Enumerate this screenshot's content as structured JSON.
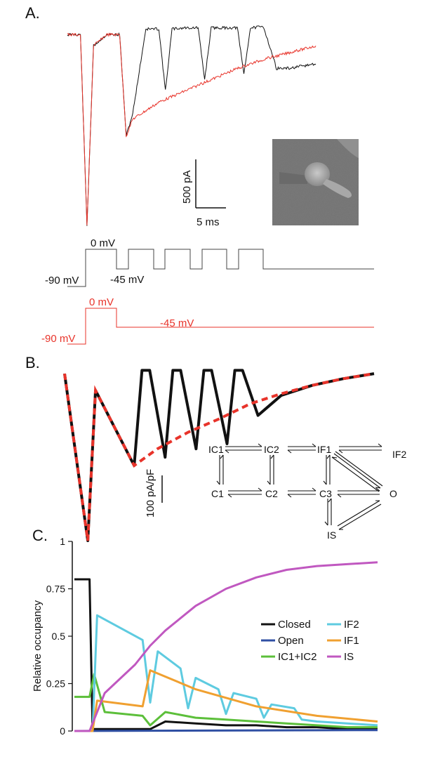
{
  "panels": {
    "a_label": "A.",
    "b_label": "B.",
    "c_label": "C."
  },
  "panel_a": {
    "scalebar": {
      "current_label": "500 pA",
      "time_label": "5 ms"
    },
    "protocol_black": {
      "v_step": "0 mV",
      "v_hold": "-90 mV",
      "v_pulse": "-45 mV"
    },
    "protocol_red": {
      "v_step": "0 mV",
      "v_hold": "-90 mV",
      "v_pulse": "-45 mV"
    },
    "inset_photo": "cell micrograph"
  },
  "panel_b": {
    "scalebar_label": "100 pA/pF",
    "states": {
      "ic1": "IC1",
      "ic2": "IC2",
      "if1": "IF1",
      "if2": "IF2",
      "c1": "C1",
      "c2": "C2",
      "c3": "C3",
      "o": "O",
      "is": "IS"
    }
  },
  "colors": {
    "red": "#e8332a",
    "black": "#111111",
    "closed": "#111111",
    "open": "#2f4fa3",
    "ic": "#5cbf3a",
    "if2": "#5ecbe0",
    "if1": "#f0a030",
    "is": "#c058c0"
  },
  "chart_data": [
    {
      "type": "line",
      "panel": "A",
      "title": "",
      "description_series": [
        {
          "color": "#111111",
          "label": "",
          "x_ms": [
            0,
            1,
            1.5,
            2,
            3,
            4,
            4.5,
            5,
            6,
            7,
            7.5,
            8,
            9,
            10,
            10.5,
            11,
            12,
            13,
            13.5,
            14,
            15,
            16,
            17,
            18,
            19
          ],
          "y_pA": [
            0,
            0,
            -1700,
            -100,
            0,
            0,
            -900,
            -700,
            50,
            50,
            -500,
            50,
            60,
            60,
            -400,
            60,
            60,
            60,
            -350,
            60,
            70,
            -300,
            -300,
            -280,
            -260
          ]
        },
        {
          "color": "#e8332a",
          "label": "",
          "x_ms": [
            0,
            1,
            1.5,
            2,
            3,
            4,
            4.5,
            5,
            7,
            9,
            11,
            13,
            15,
            17,
            19
          ],
          "y_pA": [
            0,
            0,
            -1700,
            -100,
            0,
            0,
            -900,
            -750,
            -600,
            -500,
            -400,
            -300,
            -220,
            -160,
            -100
          ]
        }
      ]
    },
    {
      "type": "line",
      "panel": "B",
      "title": "",
      "series": [
        {
          "color": "#111111",
          "style": "solid",
          "x": [
            0,
            1.5,
            2,
            4.5,
            5,
            5.5,
            6.5,
            7,
            7.5,
            8.5,
            9,
            9.5,
            10.5,
            11,
            11.5,
            12.5,
            14,
            16,
            18,
            20
          ],
          "y": [
            0,
            -1,
            -0.1,
            -0.55,
            0.02,
            0.02,
            -0.5,
            0.02,
            0.02,
            -0.45,
            0.02,
            0.02,
            -0.42,
            0.02,
            0.02,
            -0.25,
            -0.13,
            -0.07,
            -0.03,
            0
          ]
        },
        {
          "color": "#e8332a",
          "style": "dashed",
          "x": [
            0,
            1.5,
            2,
            4.5,
            6,
            8,
            10,
            12,
            14,
            16,
            18,
            20
          ],
          "y": [
            0,
            -1,
            -0.1,
            -0.55,
            -0.45,
            -0.35,
            -0.27,
            -0.18,
            -0.12,
            -0.07,
            -0.03,
            0
          ]
        }
      ]
    },
    {
      "type": "line",
      "panel": "C",
      "title": "",
      "xlabel": "",
      "ylabel": "Relative occupancy",
      "ylim": [
        0,
        1
      ],
      "yticks": [
        "0",
        "0.25",
        "0.5",
        "0.75",
        "1"
      ],
      "legend": [
        "Closed",
        "IF2",
        "Open",
        "IF1",
        "IC1+IC2",
        "IS"
      ],
      "series": [
        {
          "name": "Closed",
          "color": "#111111",
          "x": [
            0,
            1,
            1.2,
            5,
            6,
            8,
            10,
            12,
            14,
            16,
            18,
            20
          ],
          "y": [
            0.8,
            0.8,
            0.01,
            0.01,
            0.05,
            0.04,
            0.03,
            0.03,
            0.02,
            0.02,
            0.01,
            0.01
          ]
        },
        {
          "name": "Open",
          "color": "#2f4fa3",
          "x": [
            0,
            20
          ],
          "y": [
            0.0,
            0.005
          ]
        },
        {
          "name": "IC1+IC2",
          "color": "#5cbf3a",
          "x": [
            0,
            1,
            1.3,
            2,
            4.5,
            5,
            6,
            8,
            10,
            12,
            14,
            16,
            18,
            20
          ],
          "y": [
            0.18,
            0.18,
            0.3,
            0.1,
            0.08,
            0.03,
            0.1,
            0.07,
            0.06,
            0.05,
            0.04,
            0.03,
            0.02,
            0.02
          ]
        },
        {
          "name": "IF2",
          "color": "#5ecbe0",
          "x": [
            0,
            1.2,
            1.5,
            4.5,
            5,
            5.5,
            7,
            7.5,
            8,
            9.5,
            10,
            10.5,
            12,
            12.5,
            13,
            14.5,
            15,
            16,
            18,
            20
          ],
          "y": [
            0,
            0,
            0.61,
            0.48,
            0.15,
            0.42,
            0.33,
            0.12,
            0.28,
            0.22,
            0.09,
            0.2,
            0.17,
            0.07,
            0.14,
            0.12,
            0.06,
            0.05,
            0.04,
            0.03
          ]
        },
        {
          "name": "IF1",
          "color": "#f0a030",
          "x": [
            0,
            1.2,
            1.5,
            4.5,
            5,
            8,
            12,
            16,
            20
          ],
          "y": [
            0,
            0,
            0.16,
            0.13,
            0.32,
            0.22,
            0.13,
            0.08,
            0.05
          ]
        },
        {
          "name": "IS",
          "color": "#c058c0",
          "x": [
            0,
            1,
            2,
            4,
            5,
            6,
            8,
            10,
            12,
            14,
            16,
            18,
            20
          ],
          "y": [
            0,
            0,
            0.2,
            0.35,
            0.45,
            0.53,
            0.66,
            0.75,
            0.81,
            0.85,
            0.87,
            0.88,
            0.89
          ]
        }
      ]
    }
  ]
}
